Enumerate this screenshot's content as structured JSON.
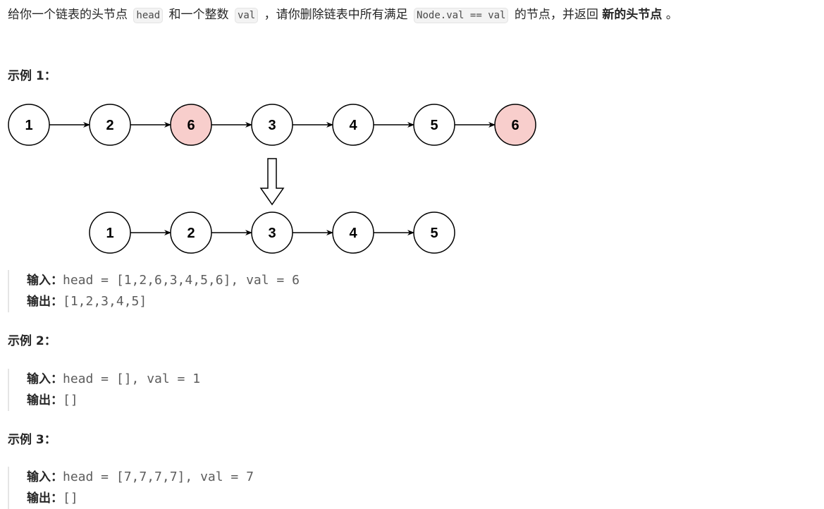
{
  "description": {
    "p1": "给你一个链表的头节点 ",
    "code1": "head",
    "p2": " 和一个整数 ",
    "code2": "val",
    "p3": " ，请你删除链表中所有满足 ",
    "code3": "Node.val == val",
    "p4": " 的节点，并返回 ",
    "bold": "新的头节点",
    "p5": " 。"
  },
  "examples": [
    {
      "heading": "示例 1：",
      "input_label": "输入：",
      "input": "head = [1,2,6,3,4,5,6], val = 6",
      "output_label": "输出：",
      "output": "[1,2,3,4,5]"
    },
    {
      "heading": "示例 2：",
      "input_label": "输入：",
      "input": "head = [], val = 1",
      "output_label": "输出：",
      "output": "[]"
    },
    {
      "heading": "示例 3：",
      "input_label": "输入：",
      "input": "head = [7,7,7,7], val = 7",
      "output_label": "输出：",
      "output": "[]"
    }
  ],
  "diagram": {
    "before_nodes": [
      {
        "label": "1",
        "removed": false
      },
      {
        "label": "2",
        "removed": false
      },
      {
        "label": "6",
        "removed": true
      },
      {
        "label": "3",
        "removed": false
      },
      {
        "label": "4",
        "removed": false
      },
      {
        "label": "5",
        "removed": false
      },
      {
        "label": "6",
        "removed": true
      }
    ],
    "after_nodes": [
      "1",
      "2",
      "3",
      "4",
      "5"
    ],
    "colors": {
      "removed_fill": "#f8cecc",
      "node_fill": "#ffffff",
      "stroke": "#000000"
    }
  }
}
